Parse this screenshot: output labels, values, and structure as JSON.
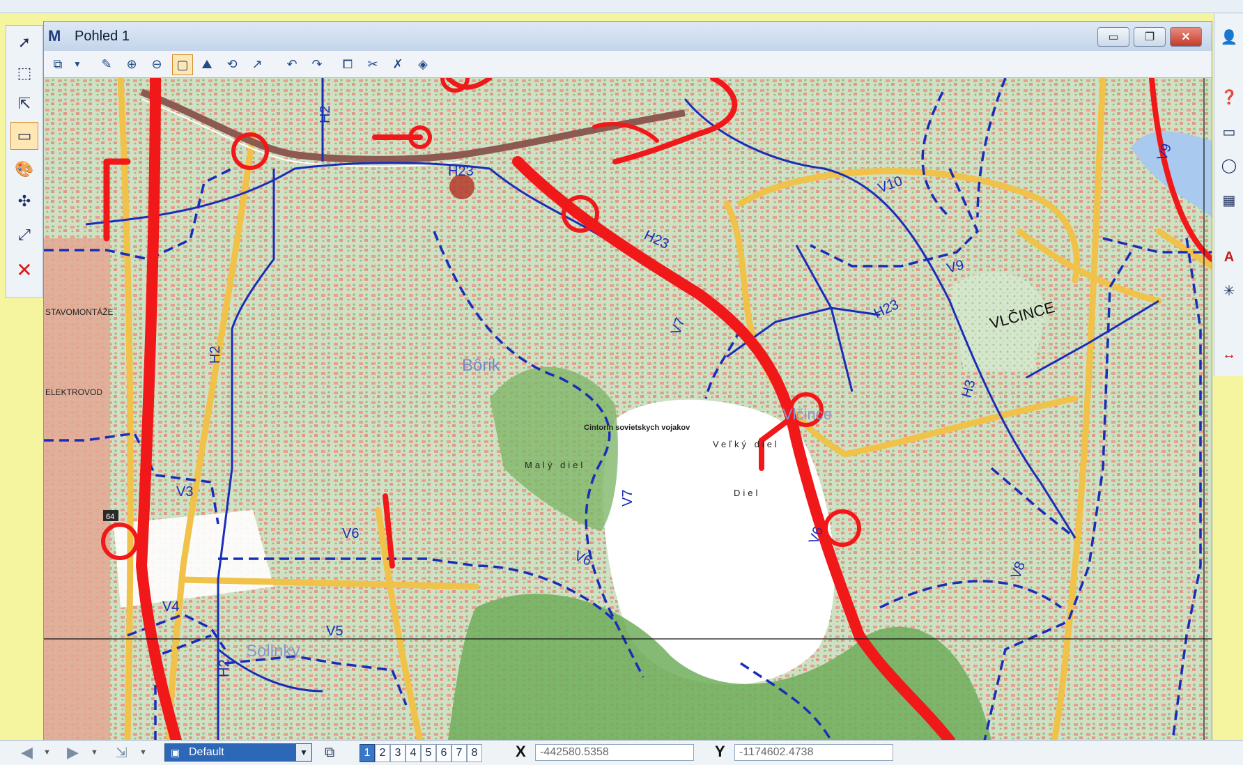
{
  "window": {
    "title": "Pohled 1"
  },
  "left_tools": [
    {
      "icon": "arrow-select-icon",
      "glyph": "➚"
    },
    {
      "icon": "fence-select-icon",
      "glyph": "⬚"
    },
    {
      "icon": "move-icon",
      "glyph": "⇱"
    },
    {
      "icon": "window-view-icon",
      "glyph": "▭"
    },
    {
      "icon": "palette-icon",
      "glyph": "🎨"
    },
    {
      "icon": "snap-icon",
      "glyph": "✣"
    },
    {
      "icon": "measure-icon",
      "glyph": "⤢"
    },
    {
      "icon": "delete-icon",
      "glyph": "✕"
    }
  ],
  "right_tools": [
    {
      "icon": "user-icon",
      "glyph": "👤"
    },
    {
      "icon": "query-icon",
      "glyph": "❓"
    },
    {
      "icon": "window-icon",
      "glyph": "▭"
    },
    {
      "icon": "element-icon",
      "glyph": "◯"
    },
    {
      "icon": "raster-icon",
      "glyph": "▦"
    },
    {
      "icon": "text-icon",
      "glyph": "A"
    },
    {
      "icon": "symbol-icon",
      "glyph": "✳"
    },
    {
      "icon": "dimension-icon",
      "glyph": "↔"
    }
  ],
  "map_labels": {
    "H2_top": "H2",
    "H2_mid": "H2",
    "H2_bottom": "H2",
    "H23_top": "H23",
    "H23_mid": "H23",
    "H23_right": "H23",
    "H3": "H3",
    "V3": "V3",
    "V4": "V4",
    "V5": "V5",
    "V6a": "V6",
    "V6b": "V6",
    "V6c": "V6",
    "V7a": "V7",
    "V7b": "V7",
    "V8": "V8",
    "V9a": "V9",
    "V9b": "V9",
    "V10": "V10",
    "borik": "Bôrik",
    "vlcince": "VLČINCE",
    "vlcince_blue": "Vlčince",
    "velky_diel": "Veľký diel",
    "maly_diel": "Malý diel",
    "diel": "Diel",
    "cintorin": "Cintorín sovietskych vojakov",
    "stavomontaze": "STAVOMONTÁŽE",
    "elektrovod": "ELEKTROVOD",
    "solinky": "Solinky",
    "road64": "64"
  },
  "status": {
    "view_combo": "Default",
    "pages": [
      "1",
      "2",
      "3",
      "4",
      "5",
      "6",
      "7",
      "8"
    ],
    "x_label": "X",
    "x_value": "-442580.5358",
    "y_label": "Y",
    "y_value": "-1174602.4738"
  }
}
